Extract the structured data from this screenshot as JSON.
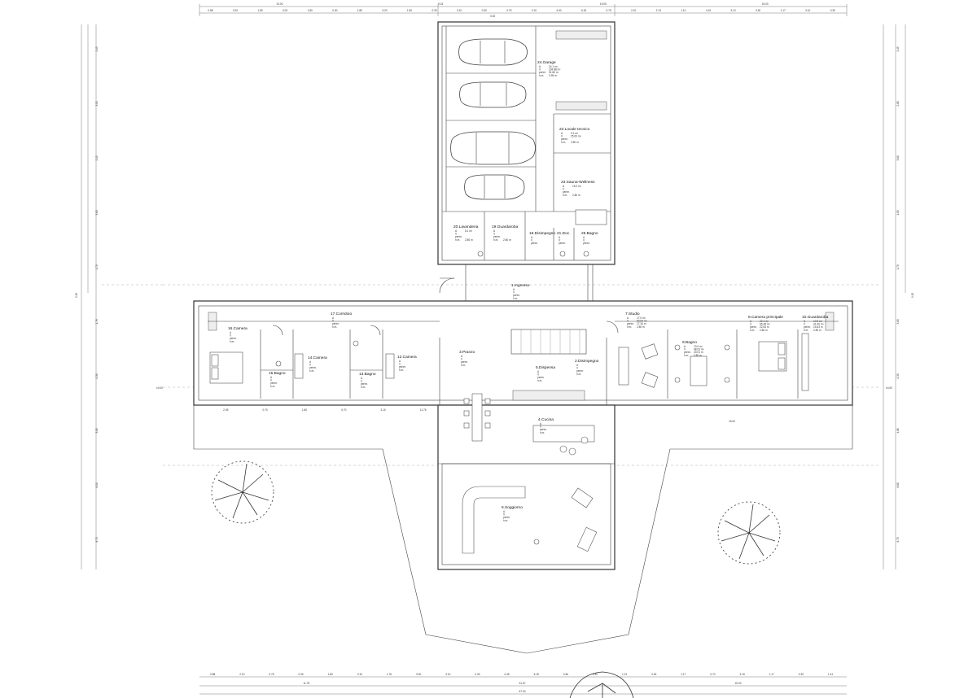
{
  "rooms": [
    {
      "id": "garage",
      "name": "24.Garage",
      "lines": [
        "A",
        "V",
        "perim.",
        "h.m."
      ],
      "vals": [
        "24.1 m²",
        "234.88 m³",
        "91.80 m",
        "2.95 m"
      ]
    },
    {
      "id": "locale-tecnico",
      "name": "22.Locale tecnico",
      "lines": [
        "A",
        "V",
        "perim.",
        "h.m."
      ],
      "vals": [
        "9.1 m²",
        "25.63 m³",
        "",
        "2.80 m"
      ]
    },
    {
      "id": "sauna",
      "name": "23.Sauna-Wellness",
      "lines": [
        "A",
        "V",
        "perim.",
        "h.m."
      ],
      "vals": [
        "15.2 m²",
        "",
        "",
        "2.80 m"
      ]
    },
    {
      "id": "lavanderia",
      "name": "20.Lavanderia",
      "lines": [
        "A",
        "V",
        "perim.",
        "h.m."
      ],
      "vals": [
        "8.1 m²",
        "",
        "",
        "2.80 m"
      ]
    },
    {
      "id": "guardaroba-19",
      "name": "19.Guardaroba",
      "lines": [
        "A",
        "V",
        "perim.",
        "h.m."
      ],
      "vals": [
        "",
        "",
        "",
        "2.80 m"
      ]
    },
    {
      "id": "disimpegno-18",
      "name": "18.Disimpegno",
      "lines": [
        "A",
        "V",
        "perim."
      ],
      "vals": [
        "",
        "",
        "",
        ""
      ]
    },
    {
      "id": "doc",
      "name": "21.Doc.",
      "lines": [
        "A",
        "V",
        "perim."
      ],
      "vals": [
        "",
        "",
        "",
        ""
      ]
    },
    {
      "id": "bagno-25",
      "name": "25.Bagno",
      "lines": [
        "A",
        "V",
        "perim."
      ],
      "vals": [
        "",
        "",
        "",
        ""
      ]
    },
    {
      "id": "ingresso",
      "name": "1.Ingresso",
      "lines": [
        "A",
        "V",
        "perim.",
        "h.m."
      ],
      "vals": [
        "",
        "",
        "",
        ""
      ]
    },
    {
      "id": "corridoio",
      "name": "17.Corridoio",
      "lines": [
        "A",
        "V",
        "perim.",
        "h.m."
      ],
      "vals": [
        "",
        "",
        "",
        ""
      ]
    },
    {
      "id": "camera-16",
      "name": "16.Camera",
      "lines": [
        "A",
        "V",
        "perim.",
        "h.m."
      ],
      "vals": [
        "",
        "",
        "",
        ""
      ]
    },
    {
      "id": "camera-14",
      "name": "14.Camera",
      "lines": [
        "A",
        "V",
        "perim.",
        "h.m."
      ],
      "vals": [
        "",
        "",
        "",
        ""
      ]
    },
    {
      "id": "bagno-15",
      "name": "15.Bagno",
      "lines": [
        "A",
        "V",
        "perim.",
        "h.m."
      ],
      "vals": [
        "",
        "",
        "",
        ""
      ]
    },
    {
      "id": "bagno-13",
      "name": "13.Bagno",
      "lines": [
        "A",
        "V",
        "perim.",
        "h.m."
      ],
      "vals": [
        "",
        "",
        "",
        ""
      ]
    },
    {
      "id": "camera-12",
      "name": "12.Camera",
      "lines": [
        "A",
        "V",
        "perim.",
        "h.m."
      ],
      "vals": [
        "",
        "",
        "",
        ""
      ]
    },
    {
      "id": "pranzo",
      "name": "3.Pranzo",
      "lines": [
        "A",
        "V",
        "perim.",
        "h.m."
      ],
      "vals": [
        "",
        "",
        "",
        ""
      ]
    },
    {
      "id": "dispensa",
      "name": "5.Dispensa",
      "lines": [
        "A",
        "V",
        "perim.",
        "h.m."
      ],
      "vals": [
        "",
        "",
        "",
        ""
      ]
    },
    {
      "id": "disimpegno-2",
      "name": "2.Disimpegno",
      "lines": [
        "A",
        "V",
        "perim.",
        "h.m."
      ],
      "vals": [
        "",
        "",
        "",
        ""
      ]
    },
    {
      "id": "studio",
      "name": "7.Studio",
      "lines": [
        "A",
        "V",
        "perim.",
        "h.m."
      ],
      "vals": [
        "17.0 m²",
        "50.64 m³",
        "17.34 m",
        "2.80 m"
      ]
    },
    {
      "id": "bagno-9",
      "name": "9.Bagno",
      "lines": [
        "A",
        "V",
        "perim.",
        "h.m."
      ],
      "vals": [
        "13.0 m²",
        "48.03 m³",
        "20.01 m",
        "2.80 m"
      ]
    },
    {
      "id": "camera-principale",
      "name": "8.Camera principale",
      "lines": [
        "A",
        "V",
        "perim.",
        "h.m."
      ],
      "vals": [
        "22.1 m²",
        "65.48 m³",
        "22.63 m",
        "2.80 m"
      ]
    },
    {
      "id": "guardaroba-10",
      "name": "10.Guardaroba",
      "lines": [
        "A",
        "V",
        "perim.",
        "h.m."
      ],
      "vals": [
        "10.5 m²",
        "31.40 m³",
        "14.63 m",
        "2.80 m"
      ]
    },
    {
      "id": "cucina",
      "name": "4.Cucina",
      "lines": [
        "A",
        "V",
        "perim.",
        "h.m."
      ],
      "vals": [
        "",
        "",
        "",
        ""
      ]
    },
    {
      "id": "soggiorno",
      "name": "6.Soggiorno",
      "lines": [
        "A",
        "V",
        "perim.",
        "h.m."
      ],
      "vals": [
        "",
        "",
        "",
        ""
      ]
    }
  ],
  "dims": {
    "top_row1": [
      "0.88",
      "3.20",
      "1.80",
      "3.00",
      "1.80",
      "0.30",
      "1.80",
      "3.20",
      "1.80",
      "0.30",
      "3.10",
      "0.30",
      "0.75",
      "3.10",
      "4.00",
      "6.15",
      "0.75",
      "2.10",
      "2.13",
      "1.10",
      "4.15",
      "3.10",
      "0.30",
      "1.17",
      "3.10",
      "0.30"
    ],
    "top_row2": [
      "10.00",
      "9.15",
      "19.05",
      "15.00"
    ],
    "bottom_row1": [
      "0.88",
      "2.10",
      "0.75",
      "0.30",
      "1.80",
      "3.10",
      "1.76",
      "3.00",
      "3.10",
      "0.30",
      "4.45",
      "6.15",
      "3.36",
      "0.30",
      "1.21",
      "0.30",
      "1.17",
      "0.70",
      "3.15",
      "1.17",
      "0.30",
      "1.41"
    ],
    "bottom_row2": [
      "11.75",
      "31.57",
      "15.00"
    ],
    "bottom_row3": [
      "67.00"
    ],
    "wing_left": [
      "2.05",
      "0.70",
      "1.80",
      "0.70",
      "3.10",
      "11.76"
    ],
    "wing_right": [
      "15.00"
    ],
    "left_side": [
      "2.45",
      "3.05",
      "2.15",
      "3.60",
      "1.70",
      "1.76",
      "0.30",
      "3.60",
      "6.00",
      "8.70"
    ],
    "right_side": [
      "2.45",
      "2.80",
      "3.60",
      "1.05",
      "1.70",
      "3.60",
      "0.30",
      "4.80",
      "6.80",
      "8.70"
    ],
    "left_total": "9.15",
    "right_total": "9.15"
  },
  "levels": {
    "top_label": "0.00",
    "left": "±0.00",
    "right": "±0.00"
  }
}
